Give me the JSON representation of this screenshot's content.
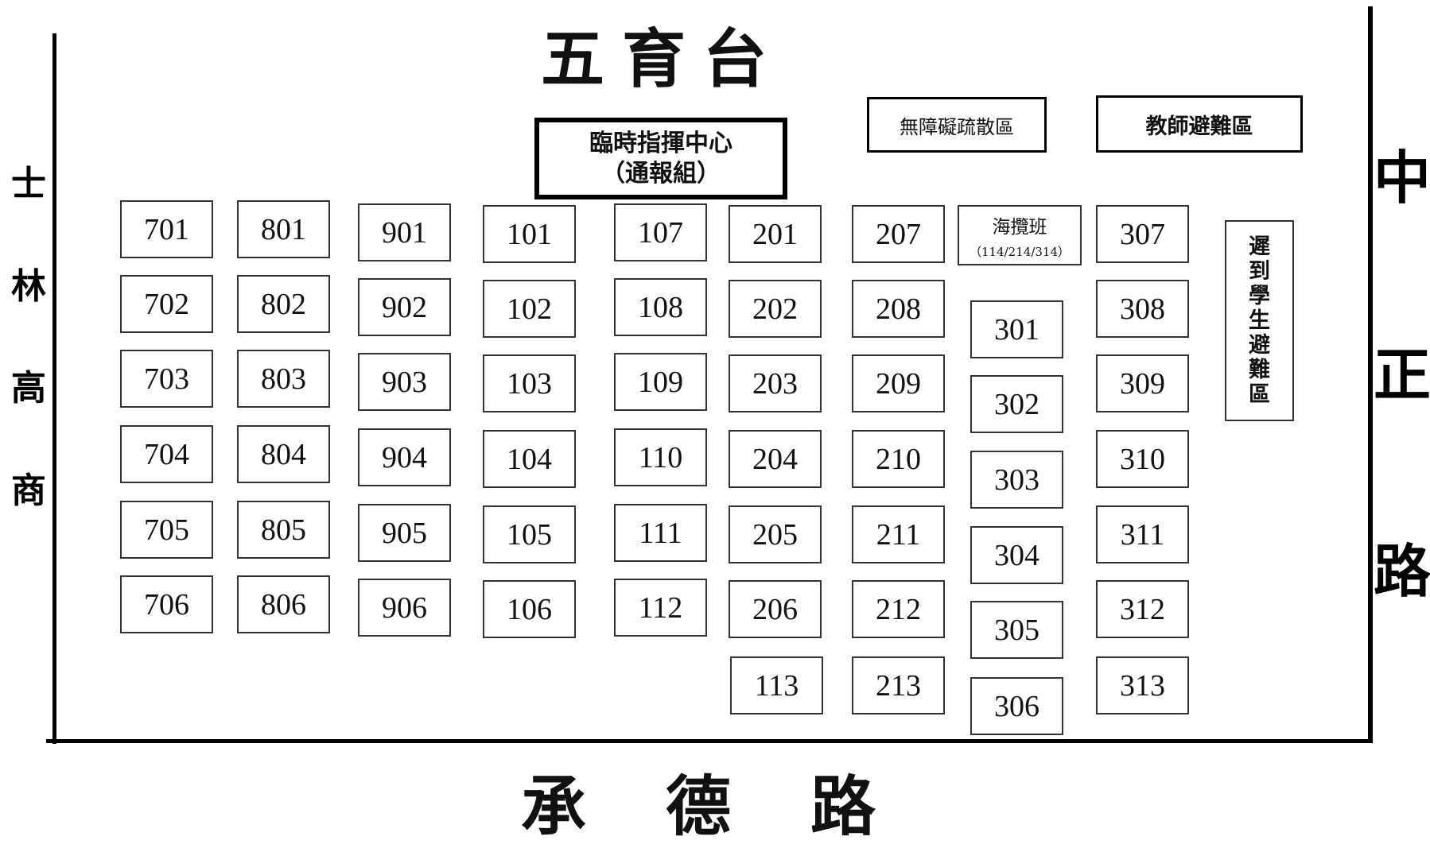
{
  "title_top": "五育台",
  "road_bottom": "承德路",
  "road_right": "中正路",
  "school_left": "士林高商",
  "command_center": {
    "line1": "臨時指揮中心",
    "line2": "（通報組）"
  },
  "accessible_area": "無障礙疏散區",
  "teacher_area": "教師避難區",
  "late_student_area": "遲到學生避難區",
  "special_class": {
    "name": "海攬班",
    "rooms": "（114/214/314）"
  },
  "columns": [
    [
      "701",
      "702",
      "703",
      "704",
      "705",
      "706"
    ],
    [
      "801",
      "802",
      "803",
      "804",
      "805",
      "806"
    ],
    [
      "901",
      "902",
      "903",
      "904",
      "905",
      "906"
    ],
    [
      "101",
      "102",
      "103",
      "104",
      "105",
      "106"
    ],
    [
      "107",
      "108",
      "109",
      "110",
      "111",
      "112"
    ],
    [
      "201",
      "202",
      "203",
      "204",
      "205",
      "206",
      "113"
    ],
    [
      "207",
      "208",
      "209",
      "210",
      "211",
      "212",
      "213"
    ],
    [
      "301",
      "302",
      "303",
      "304",
      "305",
      "306"
    ],
    [
      "307",
      "308",
      "309",
      "310",
      "311",
      "312",
      "313"
    ]
  ]
}
